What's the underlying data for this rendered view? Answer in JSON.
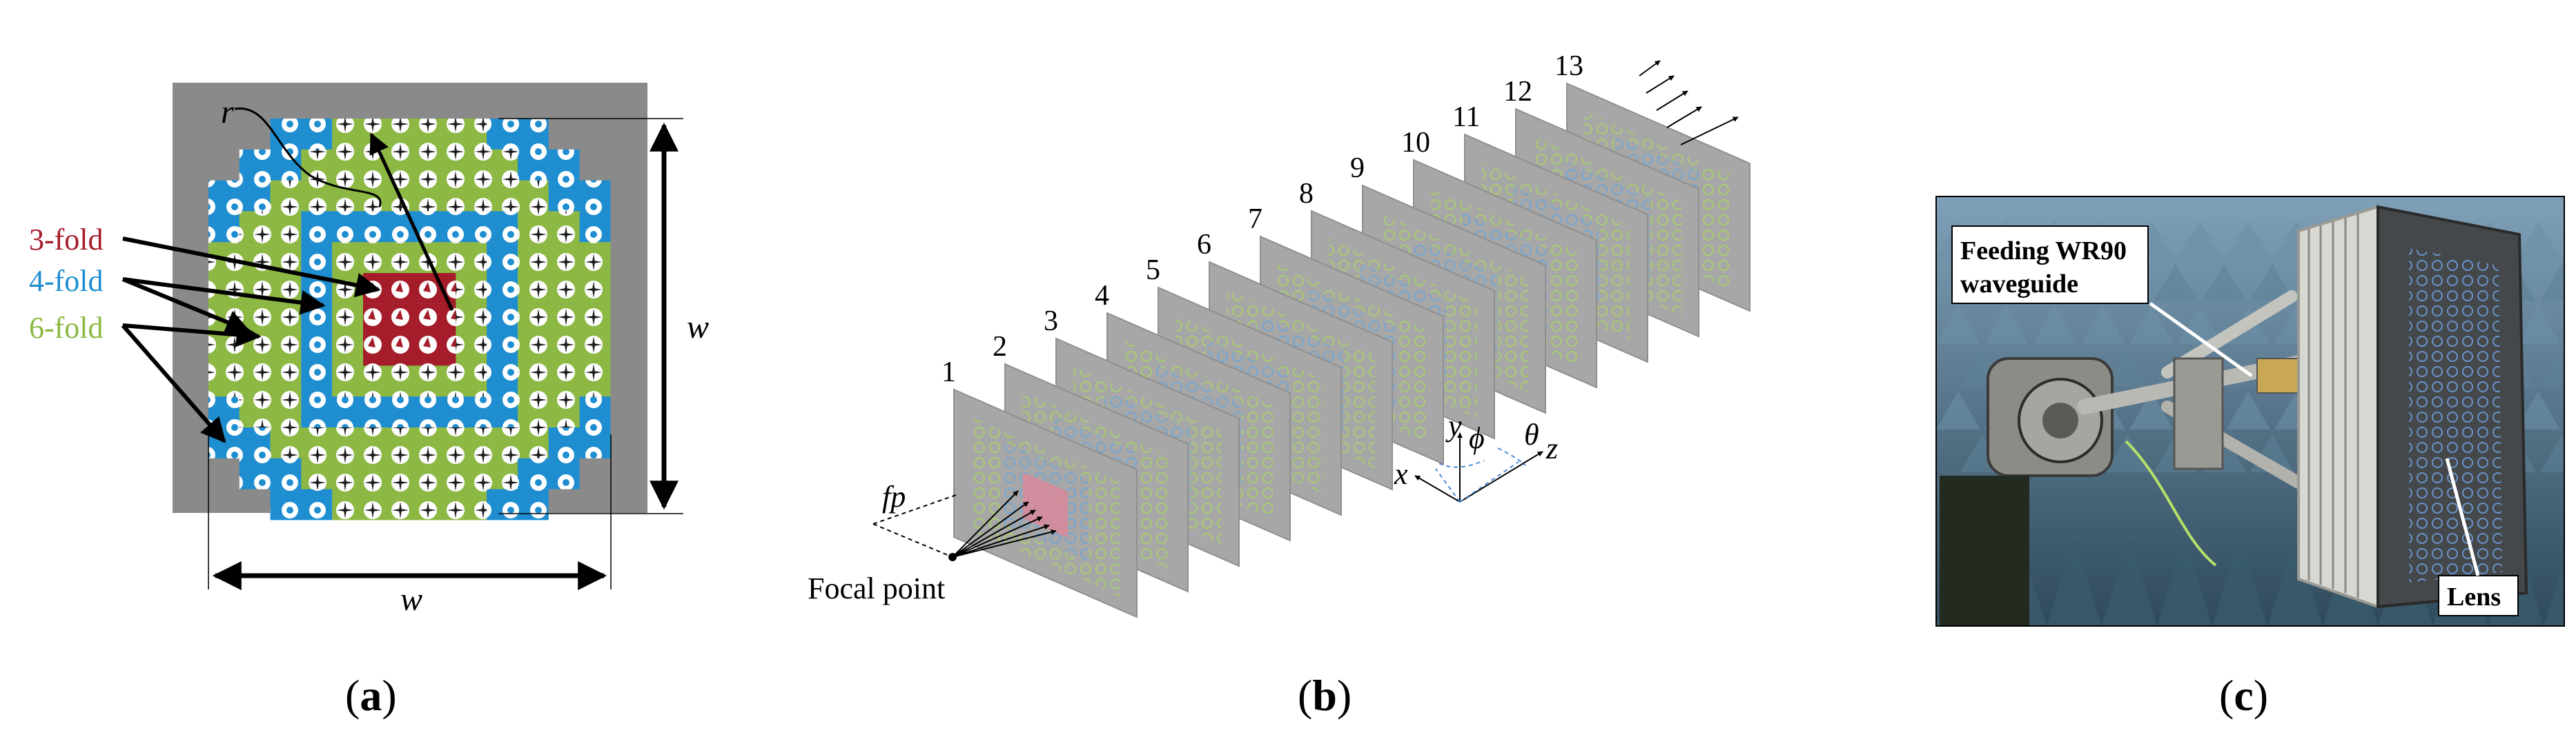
{
  "colors": {
    "gray_plate": "#8a8a8a",
    "three_fold": "#a51c2a",
    "four_fold": "#1e8ed1",
    "six_fold": "#8cb843",
    "arrow": "#000000",
    "cell_white": "#ffffff",
    "cell_dark": "#1a1a1a"
  },
  "panel_a": {
    "label_r": "r",
    "label_w_right": "w",
    "label_w_bottom": "w",
    "legend": [
      {
        "text": "3-fold",
        "color": "#a51c2a"
      },
      {
        "text": "4-fold",
        "color": "#1e8ed1"
      },
      {
        "text": "6-fold",
        "color": "#8cb843"
      }
    ],
    "caption": "(a)"
  },
  "panel_b": {
    "layer_numbers": [
      "1",
      "2",
      "3",
      "4",
      "5",
      "6",
      "7",
      "8",
      "9",
      "10",
      "11",
      "12",
      "13"
    ],
    "label_fp": "fp",
    "label_focal": "Focal point",
    "axes": {
      "x": "x",
      "y": "y",
      "z": "z",
      "phi": "ϕ",
      "theta": "θ"
    },
    "caption": "(b)"
  },
  "panel_c": {
    "label_feed_line1": "Feeding WR90",
    "label_feed_line2": "waveguide",
    "label_lens": "Lens",
    "caption": "(c)"
  }
}
